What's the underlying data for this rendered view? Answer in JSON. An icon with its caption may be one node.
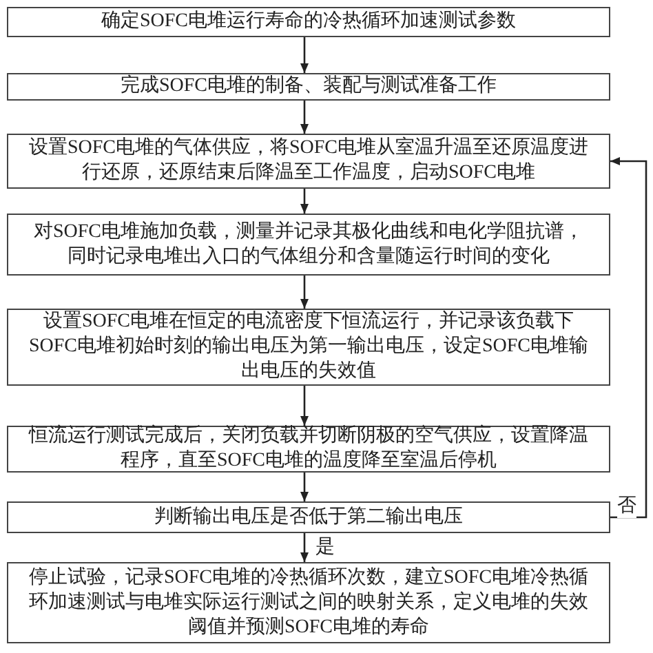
{
  "diagram": {
    "nodes": [
      {
        "text": [
          "确定SOFC电堆运行寿命的冷热循环加速测试参数"
        ]
      },
      {
        "text": [
          "完成SOFC电堆的制备、装配与测试准备工作"
        ]
      },
      {
        "text": [
          "设置SOFC电堆的气体供应，将SOFC电堆从室温升温至还原温度进行还原，还原结束后降温至工作温度，启动SOFC电堆"
        ]
      },
      {
        "text": [
          "对SOFC电堆施加负载，测量并记录其极化曲线和电化学阻抗谱，同时记录电堆出入口的气体组分和含量随运行时间的变化"
        ]
      },
      {
        "text": [
          "设置SOFC电堆在恒定的电流密度下恒流运行，并记录该负载下SOFC电堆初始时刻的输出电压为第一输出电压，设定SOFC电堆输出电压的失效值"
        ]
      },
      {
        "text": [
          "恒流运行测试完成后，关闭负载并切断阴极的空气供应，设置降温程序，直至SOFC电堆的温度降至室温后停机"
        ]
      },
      {
        "text": [
          "判断输出电压是否低于第二输出电压"
        ]
      },
      {
        "text": [
          "停止试验，记录SOFC电堆的冷热循环次数，建立SOFC电堆冷热循环加速测试与电堆实际运行测试之间的映射关系，定义电堆的失效阈值并预测SOFC电堆的寿命"
        ]
      }
    ],
    "edges": [
      {
        "from": 0,
        "to": 1,
        "arrow": "to"
      },
      {
        "from": 1,
        "to": 2,
        "arrow": "to"
      },
      {
        "from": 2,
        "to": 3,
        "arrow": "to"
      },
      {
        "from": 3,
        "to": 4,
        "arrow": "to"
      },
      {
        "from": 4,
        "to": 5,
        "arrow": "to"
      },
      {
        "from": 5,
        "to": 6,
        "arrow": "to"
      },
      {
        "from": 6,
        "to": 7,
        "arrow": "to",
        "label": "是"
      },
      {
        "from": 6,
        "to": 2,
        "arrow": "to",
        "label": "否"
      }
    ]
  }
}
